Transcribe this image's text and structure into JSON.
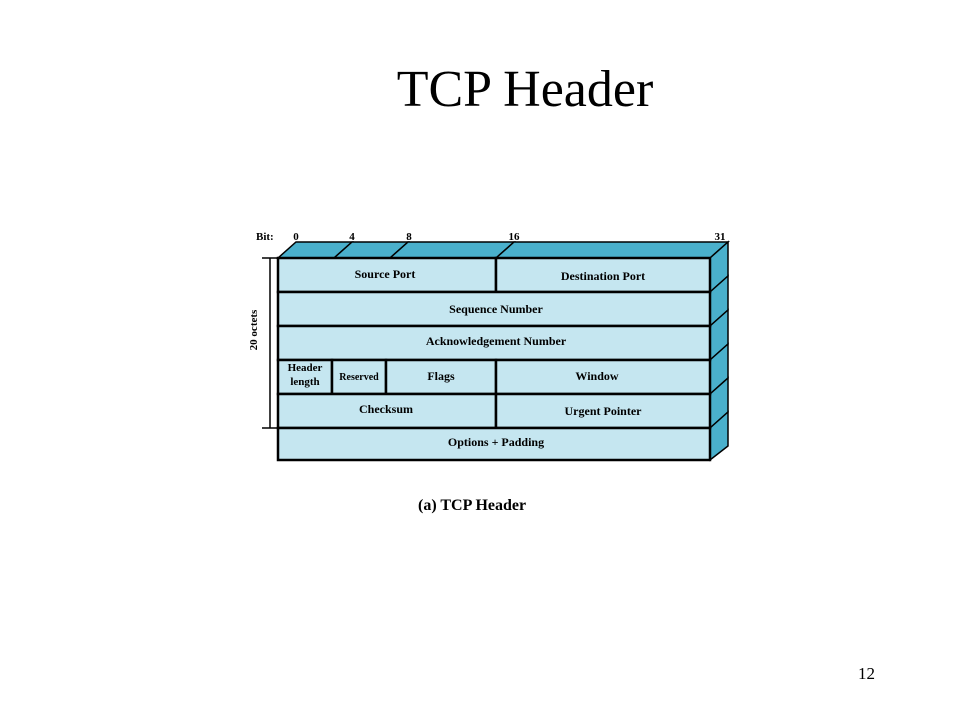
{
  "slide": {
    "title": "TCP Header",
    "page_number": "12"
  },
  "diagram": {
    "bit_label": "Bit:",
    "bit_marks": [
      "0",
      "4",
      "8",
      "16",
      "31"
    ],
    "size_label": "20 octets",
    "fields": {
      "source_port": "Source Port",
      "destination_port": "Destination Port",
      "sequence_number": "Sequence Number",
      "acknowledgement_number": "Acknowledgement Number",
      "header_length_line1": "Header",
      "header_length_line2": "length",
      "reserved": "Reserved",
      "flags": "Flags",
      "window": "Window",
      "checksum": "Checksum",
      "urgent_pointer": "Urgent Pointer",
      "options_padding": "Options + Padding"
    },
    "caption": "(a) TCP Header",
    "colors": {
      "cell_face": "#c5e6f0",
      "cell_side": "#4ab0cc",
      "outline": "#000000"
    }
  }
}
